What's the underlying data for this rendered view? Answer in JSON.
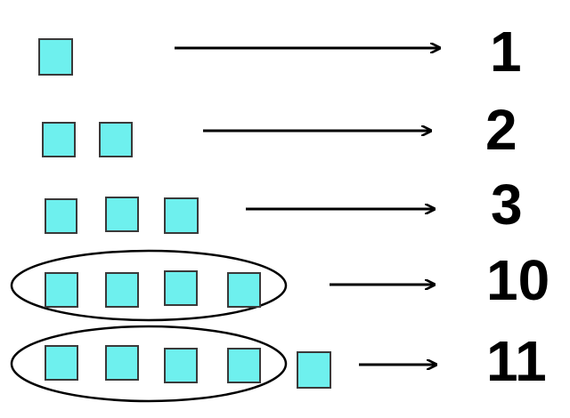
{
  "colors": {
    "square_fill": "#6EF0EE",
    "square_stroke": "#3a3a3a",
    "arrow": "#000000",
    "text": "#000000"
  },
  "rows": [
    {
      "squares": 1,
      "grouped": 0,
      "label": "1"
    },
    {
      "squares": 2,
      "grouped": 0,
      "label": "2"
    },
    {
      "squares": 3,
      "grouped": 0,
      "label": "3"
    },
    {
      "squares": 4,
      "grouped": 4,
      "label": "10"
    },
    {
      "squares": 5,
      "grouped": 4,
      "label": "11"
    }
  ]
}
